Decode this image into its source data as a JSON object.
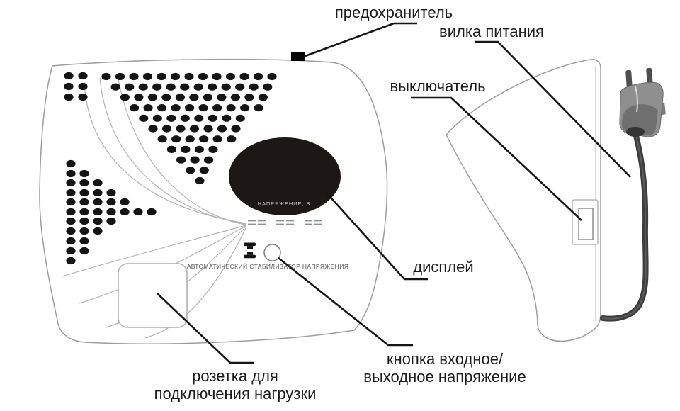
{
  "diagram": {
    "labels": {
      "fuse": "предохранитель",
      "power_plug": "вилка питания",
      "switch": "выключатель",
      "display": "дисплей",
      "button_line1": "кнопка входное/",
      "button_line2": "выходное напряжение",
      "socket_line1": "розетка для",
      "socket_line2": "подключения нагрузки"
    },
    "device": {
      "display_caption": "НАПРЯЖЕНИЕ, В",
      "front_caption": "АВТОМАТИЧЕСКИЙ СТАБИЛИЗАТОР НАПРЯЖЕНИЯ"
    },
    "colors": {
      "outline": "#9d9d9d",
      "leader": "#151515",
      "display_bg": "#1d1815",
      "dot": "#151515",
      "plug_body": "#8f8f8f",
      "cable": "#3e3e3e",
      "label_text": "#1c1c1c"
    }
  }
}
